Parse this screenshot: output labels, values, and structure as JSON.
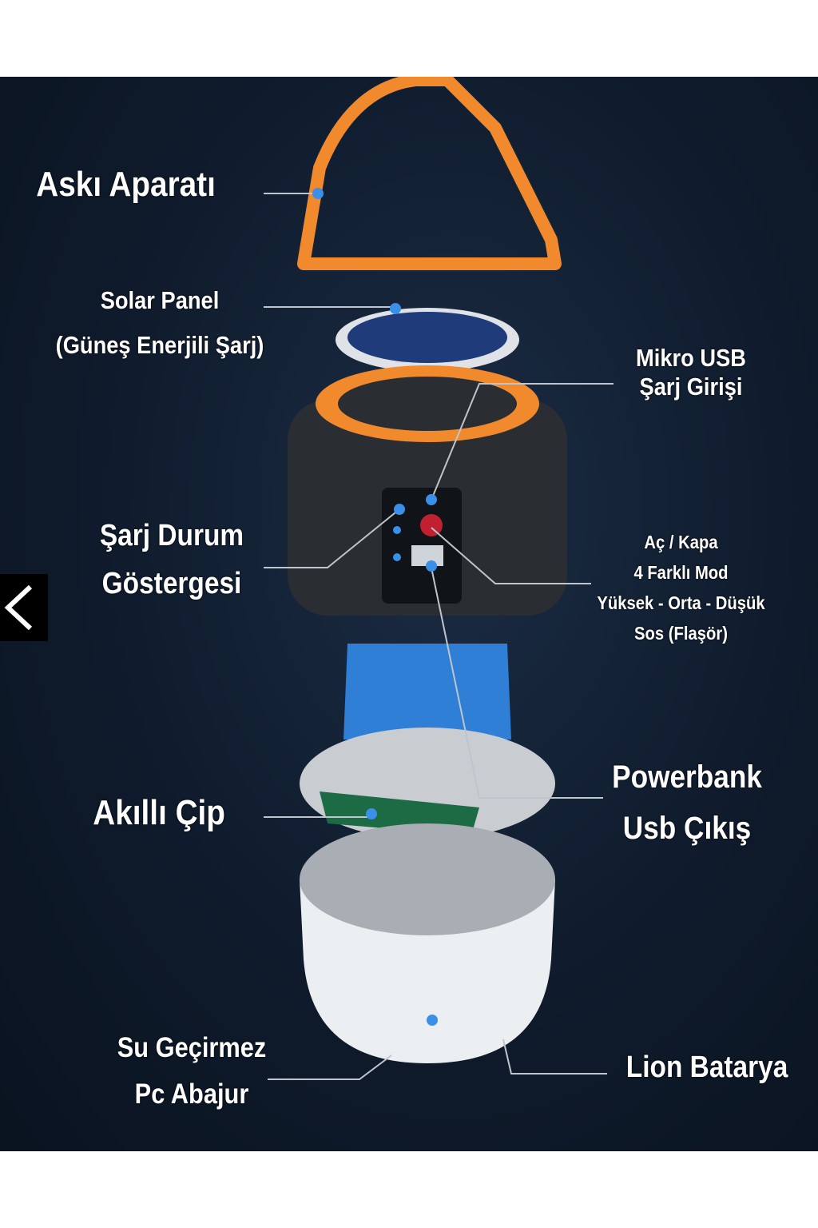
{
  "carousel": {
    "prev_icon": "chevron-left-icon"
  },
  "labels": {
    "hanger": "Askı Aparatı",
    "solar_1": "Solar Panel",
    "solar_2": "(Güneş Enerjili Şarj)",
    "usb_in_1": "Mikro USB",
    "usb_in_2": "Şarj Girişi",
    "indicator_1": "Şarj Durum",
    "indicator_2": "Göstergesi",
    "mode_1": "Aç / Kapa",
    "mode_2": "4 Farklı Mod",
    "mode_3": "Yüksek - Orta - Düşük",
    "mode_4": "Sos (Flaşör)",
    "chip": "Akıllı Çip",
    "powerbank_1": "Powerbank",
    "powerbank_2": "Usb Çıkış",
    "shade_1": "Su Geçirmez",
    "shade_2": "Pc Abajur",
    "battery": "Lion Batarya"
  },
  "colors": {
    "background": "#0f1b2c",
    "accent_orange": "#f08a2c",
    "battery_blue": "#2f7fd6",
    "dot_blue": "#3a8fe8"
  }
}
